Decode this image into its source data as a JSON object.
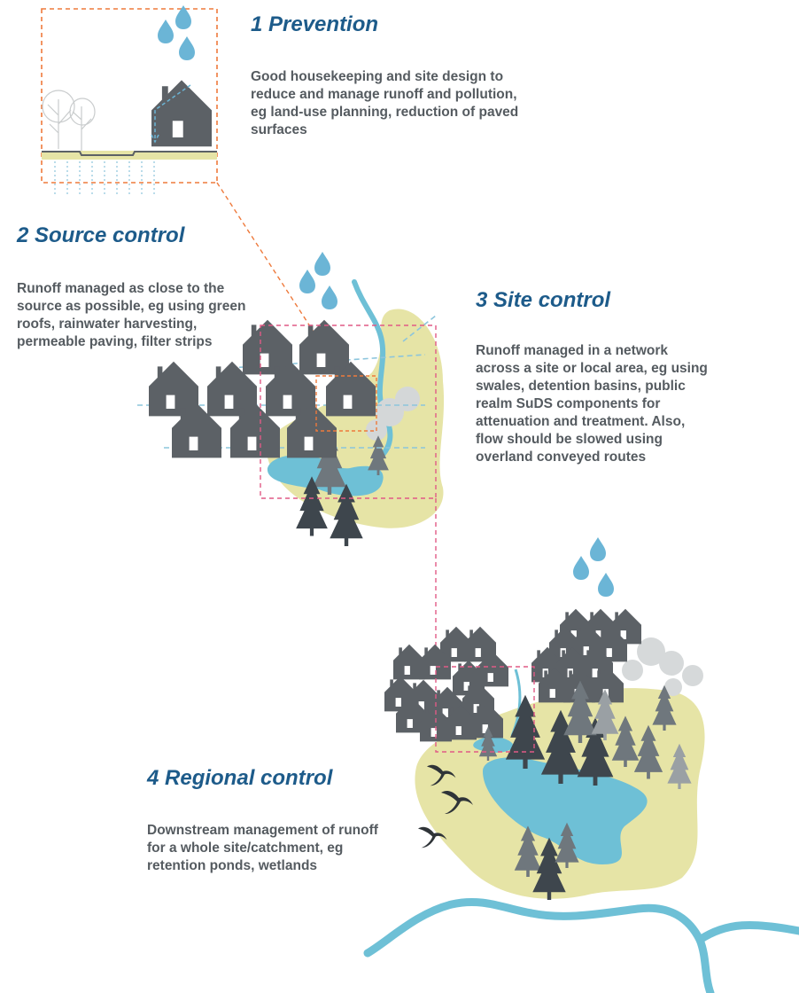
{
  "stages": [
    {
      "number": "1",
      "title": "1 Prevention",
      "description": "Good housekeeping and site design to reduce and manage runoff and pollution, eg land-use planning, reduction of paved surfaces"
    },
    {
      "number": "2",
      "title": "2 Source control",
      "description": "Runoff managed as close to the source as possible, eg using green roofs, rainwater harvesting, permeable paving, filter strips"
    },
    {
      "number": "3",
      "title": "3 Site control",
      "description": "Runoff managed in a network across a site or local area, eg using swales, detention basins, public realm SuDS components for attenuation and treatment. Also, flow should be slowed using overland conveyed routes"
    },
    {
      "number": "4",
      "title": "4 Regional control",
      "description": "Downstream management of runoff for a whole site/catchment, eg retention ponds, wetlands"
    }
  ],
  "colors": {
    "title": "#1d5b8a",
    "body_text": "#555b60",
    "house": "#5c6166",
    "tree_dark": "#3e464d",
    "tree_mid": "#6f777d",
    "land": "#e6e4a6",
    "water": "#6ec0d6",
    "raindrop": "#6bb5d6",
    "frame_prevention": "#ee7a3c",
    "frame_other": "#e05a86"
  },
  "icons": [
    "raindrop-icon",
    "house-icon",
    "tree-icon",
    "bird-icon",
    "river-icon"
  ]
}
